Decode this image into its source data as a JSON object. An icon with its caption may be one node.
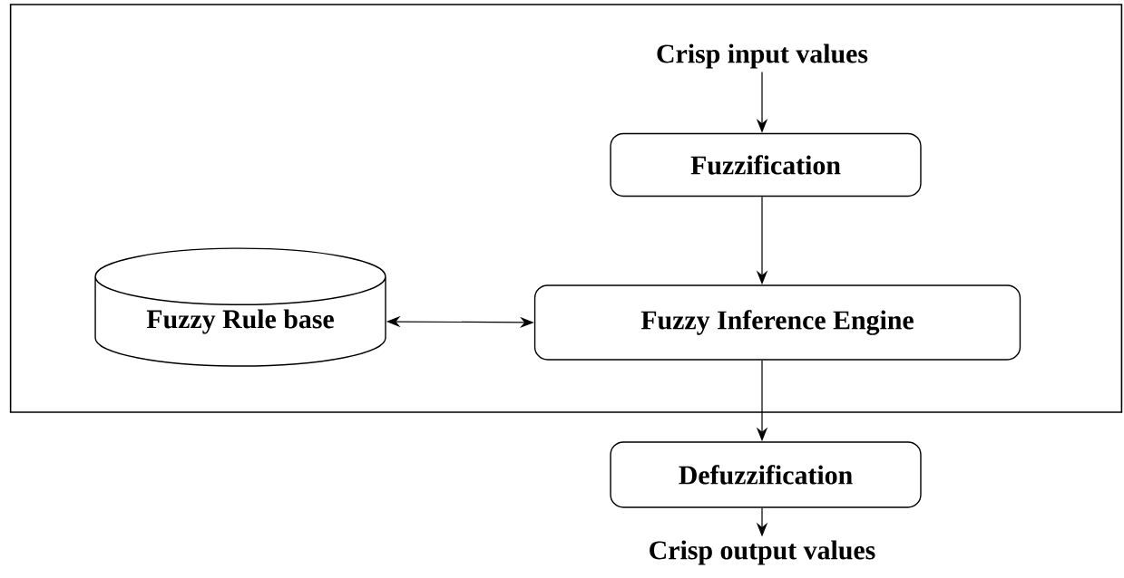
{
  "diagram": {
    "nodes": [
      {
        "text": [],
        "shape": "box"
      },
      {
        "text": [
          "Crisp input values"
        ],
        "in": 0
      },
      {
        "text": [
          "Fuzzification"
        ],
        "in": 0
      },
      {
        "text": [
          "Fuzzy Rule base"
        ],
        "in": 0
      },
      {
        "text": [
          "Fuzzy Inference Engine"
        ],
        "in": 0
      },
      {
        "text": [
          "Defuzzification"
        ]
      },
      {
        "text": [
          "Crisp output values"
        ]
      }
    ],
    "edges": [
      {
        "from": 1,
        "to": 2,
        "arrow": "to"
      },
      {
        "from": 2,
        "to": 4,
        "arrow": "to"
      },
      {
        "from": 3,
        "to": 4,
        "arrow": "both"
      },
      {
        "from": 4,
        "to": 5,
        "arrow": "to"
      },
      {
        "from": 5,
        "to": 6,
        "arrow": "to"
      }
    ]
  }
}
